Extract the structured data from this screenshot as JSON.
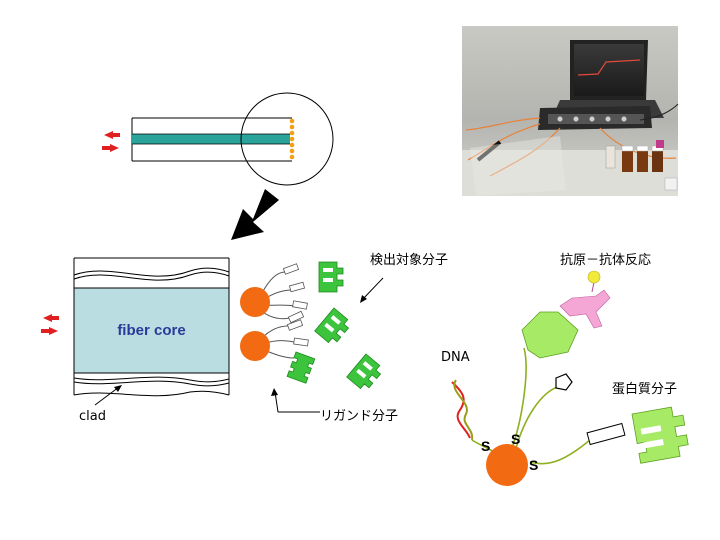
{
  "labels": {
    "fiber_core": "fiber core",
    "clad": "clad",
    "target_molecule": "検出対象分子",
    "ligand_molecule": "リガンド分子",
    "antigen_antibody": "抗原－抗体反応",
    "protein_molecule": "蛋白質分子",
    "dna": "DNA",
    "sulfur_1": "S",
    "sulfur_2": "S",
    "sulfur_3": "S"
  },
  "colors": {
    "core_fill": "#b9dde0",
    "fiber_line": "#2aa39a",
    "arrow_red": "#e02020",
    "gold_particle": "#f26a12",
    "green_molecule": "#3cc43c",
    "light_green": "#a6ea66",
    "pink_antibody": "#f4a6d4",
    "yellow_antigen": "#f2ea3a"
  },
  "photo": {
    "description_icon": "fiber-sensor-device-photo-icon"
  }
}
